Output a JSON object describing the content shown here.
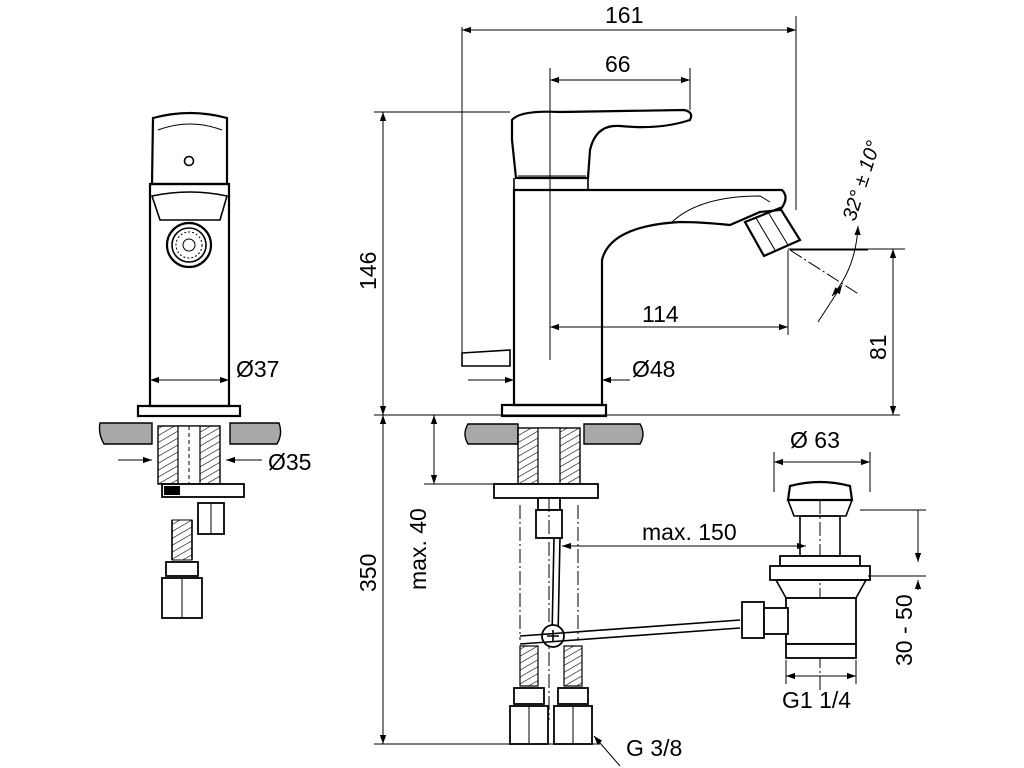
{
  "dimensions": {
    "overall_length": "161",
    "handle_offset": "66",
    "overall_height": "146",
    "spout_projection": "114",
    "spout_height": "81",
    "body_diameter_side": "Ø37",
    "base_diameter": "Ø48",
    "hole_diameter": "Ø35",
    "drain_cap_diameter": "Ø 63",
    "max_deck_thickness": "max. 40",
    "pullrod_max": "max. 150",
    "below_deck": "350",
    "drain_adjust": "30 - 50",
    "drain_thread": "G1 1/4",
    "connection_thread": "G 3/8",
    "jet_angle": "32° ± 10°"
  }
}
